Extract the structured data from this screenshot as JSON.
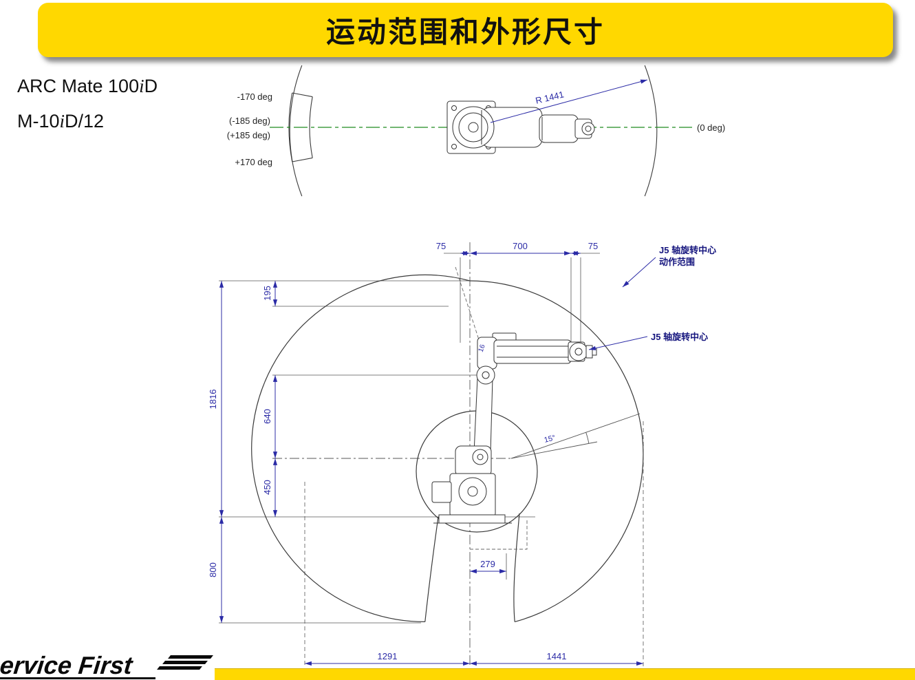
{
  "colors": {
    "banner_bg": "#FFD800",
    "dimension_blue": "#2b2ba6",
    "centerline_green": "#1d8a1d",
    "line_art": "#333333"
  },
  "header": {
    "title": "运动范围和外形尺寸"
  },
  "models": {
    "line1": {
      "prefix": "ARC Mate 100",
      "i": "i",
      "suffix": "D"
    },
    "line2": {
      "prefix": "M-10",
      "i": "i",
      "suffix": "D/12"
    }
  },
  "top_view": {
    "label_neg170": "-170 deg",
    "label_neg185": "(-185 deg)",
    "label_pos185": "(+185 deg)",
    "label_pos170": "+170 deg",
    "label_zero": "(0 deg)",
    "label_radius": "R 1441"
  },
  "side_view": {
    "dim_top_75_left": "75",
    "dim_top_700": "700",
    "dim_top_75_right": "75",
    "dim_195": "195",
    "dim_1816": "1816",
    "dim_640": "640",
    "dim_450": "450",
    "dim_800": "800",
    "dim_279": "279",
    "dim_1291": "1291",
    "dim_1441": "1441",
    "angle_15": "15°",
    "angle_16": "16",
    "callout_j5_range_1": "J5 轴旋转中心",
    "callout_j5_range_2": "动作范围",
    "callout_j5_center": "J5 轴旋转中心"
  },
  "footer": {
    "logo_text": "ervice First"
  }
}
